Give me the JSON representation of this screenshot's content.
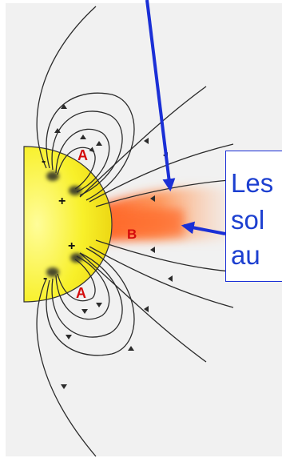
{
  "diagram": {
    "labels": {
      "region_a_top": "A",
      "region_b": "B",
      "region_a_bottom": "A",
      "plus_top": "+",
      "minus_top": "-",
      "plus_bottom": "+",
      "minus_bottom": "-"
    },
    "text_box": {
      "line1": "Les",
      "line2": "sol",
      "line3": "au"
    },
    "colors": {
      "sun": "#f7ef1e",
      "arrow": "#1a2fd6",
      "label_red": "#d40b0b",
      "text_blue": "#1c3fd0",
      "field_line": "#2b2b2b",
      "streamer": "#ff7a3a"
    }
  }
}
